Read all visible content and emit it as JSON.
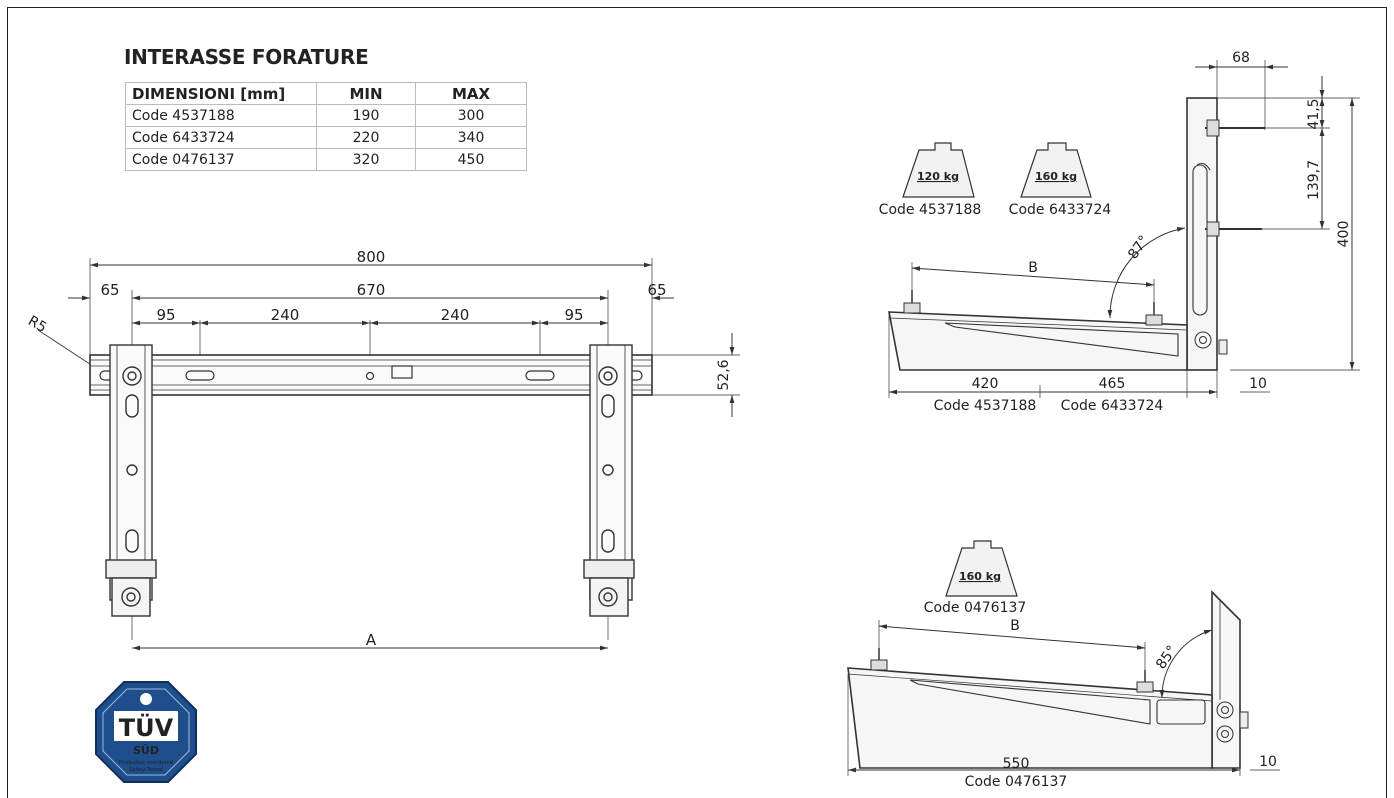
{
  "title": "INTERASSE FORATURE",
  "table": {
    "headers": [
      "DIMENSIONI [mm]",
      "MIN",
      "MAX"
    ],
    "rows": [
      {
        "code": "Code 4537188",
        "min": "190",
        "max": "300"
      },
      {
        "code": "Code 6433724",
        "min": "220",
        "max": "340"
      },
      {
        "code": "Code 0476137",
        "min": "320",
        "max": "450"
      }
    ]
  },
  "front_view": {
    "dim_total": "800",
    "dim_inner": "670",
    "dim_edge_left": "65",
    "dim_edge_right": "65",
    "dim_slot_left": "95",
    "dim_mid_left": "240",
    "dim_mid_right": "240",
    "dim_slot_right": "95",
    "dim_height": "52,6",
    "radius": "R5",
    "dim_a": "A"
  },
  "side_view_top": {
    "load1": "120 kg",
    "load1_code": "Code 4537188",
    "load2": "160 kg",
    "load2_code": "Code 6433724",
    "dim_b": "B",
    "angle": "87°",
    "dim_top": "68",
    "dim_v1": "41,5",
    "dim_v2": "139,7",
    "dim_v3": "400",
    "len1": "420",
    "len1_code": "Code 4537188",
    "len2": "465",
    "len2_code": "Code 6433724",
    "dim_gap": "10"
  },
  "side_view_bottom": {
    "load": "160 kg",
    "load_code": "Code 0476137",
    "dim_b": "B",
    "angle": "85°",
    "len": "550",
    "len_code": "Code 0476137",
    "dim_gap": "10"
  },
  "badge": {
    "brand": "TÜV",
    "sub": "SÜD",
    "caption1": "Production monitored",
    "caption2": "Safety Tested",
    "color": "#1f4e8c"
  }
}
